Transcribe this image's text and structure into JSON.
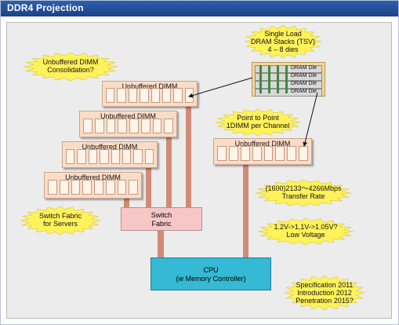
{
  "header": {
    "title": "DDR4 Projection"
  },
  "callouts": {
    "single_load": [
      "Single Load",
      "DRAM Stacks (TSV)",
      "4 – 8 dies"
    ],
    "unbuffered_consolidation": [
      "Unbuffered DIMM",
      "Consolidation?"
    ],
    "point_to_point": [
      "Point to Point",
      "1DIMM per Channel"
    ],
    "transfer_rate": [
      "(1600)2133〜4266Mbps",
      "Transfer Rate"
    ],
    "switch_fabric": [
      "Switch Fabric",
      "for Servers"
    ],
    "low_voltage": [
      "1.2V->1,1V->1.05V?",
      "Low Voltage"
    ],
    "specification": [
      "Specification 2011",
      "Introduction 2012",
      "Penetration 2015?"
    ]
  },
  "dimms": {
    "label": "Unbuffered DIMM",
    "chips_per_module": 8
  },
  "dram_stack": {
    "die_label": "DRAM Die",
    "die_count": 4
  },
  "switch": {
    "line1": "Switch",
    "line2": "Fabric"
  },
  "cpu": {
    "line1": "CPU",
    "line2": "(w Memory Controller)"
  },
  "colors": {
    "title_bar": "#1c4189",
    "dimm_fill": "#fbdcc6",
    "bus": "#d28a78",
    "switch_fill": "#f7c7c7",
    "cpu_fill": "#35b9d4",
    "callout_fill": "#fff25a",
    "stack_fill": "#f4d79a",
    "tsv": "#3e8c3a"
  }
}
